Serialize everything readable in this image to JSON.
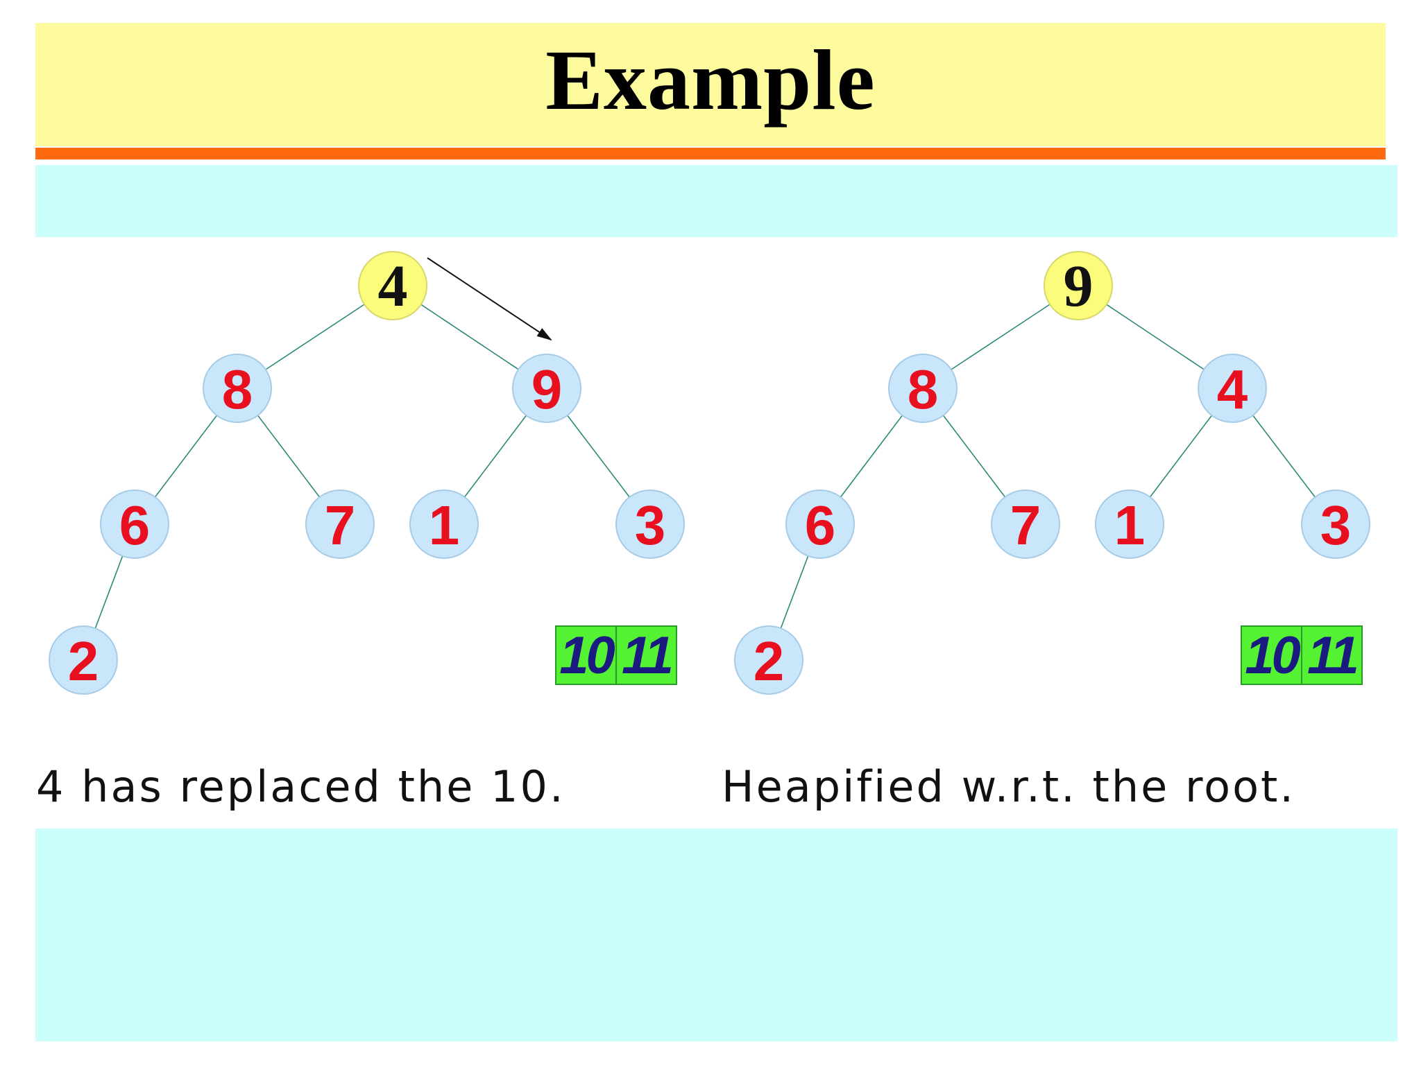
{
  "title": "Example",
  "colors": {
    "title_bg": "#fdfb9e",
    "title_rule": "#ff6a10",
    "band": "#ccfffc",
    "node_fill": "#c9e6fb",
    "root_fill": "#fbfb7c",
    "node_text": "#e8101e",
    "root_text": "#111111",
    "edge": "#2a8a7a",
    "box_fill": "#55f233",
    "box_text": "#1a1a80"
  },
  "trees": [
    {
      "caption": "4 has replaced the 10.",
      "root": "4",
      "level1": [
        "8",
        "9"
      ],
      "level2": [
        "6",
        "7",
        "1",
        "3"
      ],
      "level3": [
        "2"
      ],
      "boxes": [
        "10",
        "11"
      ],
      "arrow": "root-to-right-child"
    },
    {
      "caption": "Heapified w.r.t. the root.",
      "root": "9",
      "level1": [
        "8",
        "4"
      ],
      "level2": [
        "6",
        "7",
        "1",
        "3"
      ],
      "level3": [
        "2"
      ],
      "boxes": [
        "10",
        "11"
      ]
    }
  ]
}
